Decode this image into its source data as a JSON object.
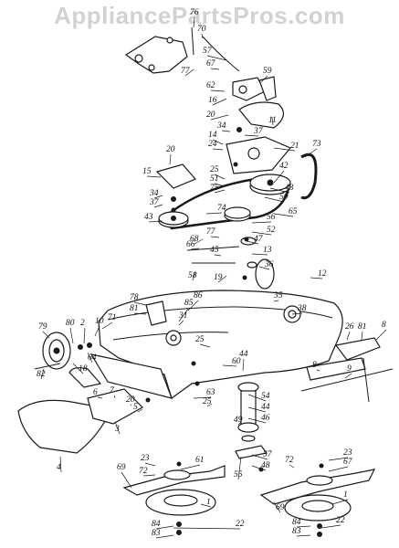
{
  "watermark": "AppliancePartsPros.com",
  "labels": [
    "76",
    "70",
    "57",
    "77",
    "67",
    "59",
    "62",
    "16",
    "20",
    "11",
    "34",
    "37",
    "14",
    "21",
    "73",
    "24",
    "42",
    "25",
    "51",
    "43",
    "20",
    "15",
    "75",
    "50",
    "34",
    "37",
    "74",
    "65",
    "43",
    "56",
    "52",
    "68",
    "47",
    "77",
    "66",
    "13",
    "45",
    "36",
    "58",
    "19",
    "12",
    "78",
    "81",
    "85",
    "86",
    "35",
    "38",
    "31",
    "79",
    "80",
    "2",
    "10",
    "71",
    "26",
    "81",
    "8",
    "25",
    "60",
    "18",
    "64",
    "82",
    "44",
    "9",
    "8",
    "6",
    "7",
    "20",
    "5",
    "63",
    "54",
    "25",
    "44",
    "49",
    "46",
    "3",
    "4",
    "57",
    "48",
    "55",
    "23",
    "72",
    "61",
    "23",
    "72",
    "67",
    "69",
    "69",
    "1",
    "84",
    "22",
    "83",
    "84",
    "22",
    "83",
    "1"
  ]
}
